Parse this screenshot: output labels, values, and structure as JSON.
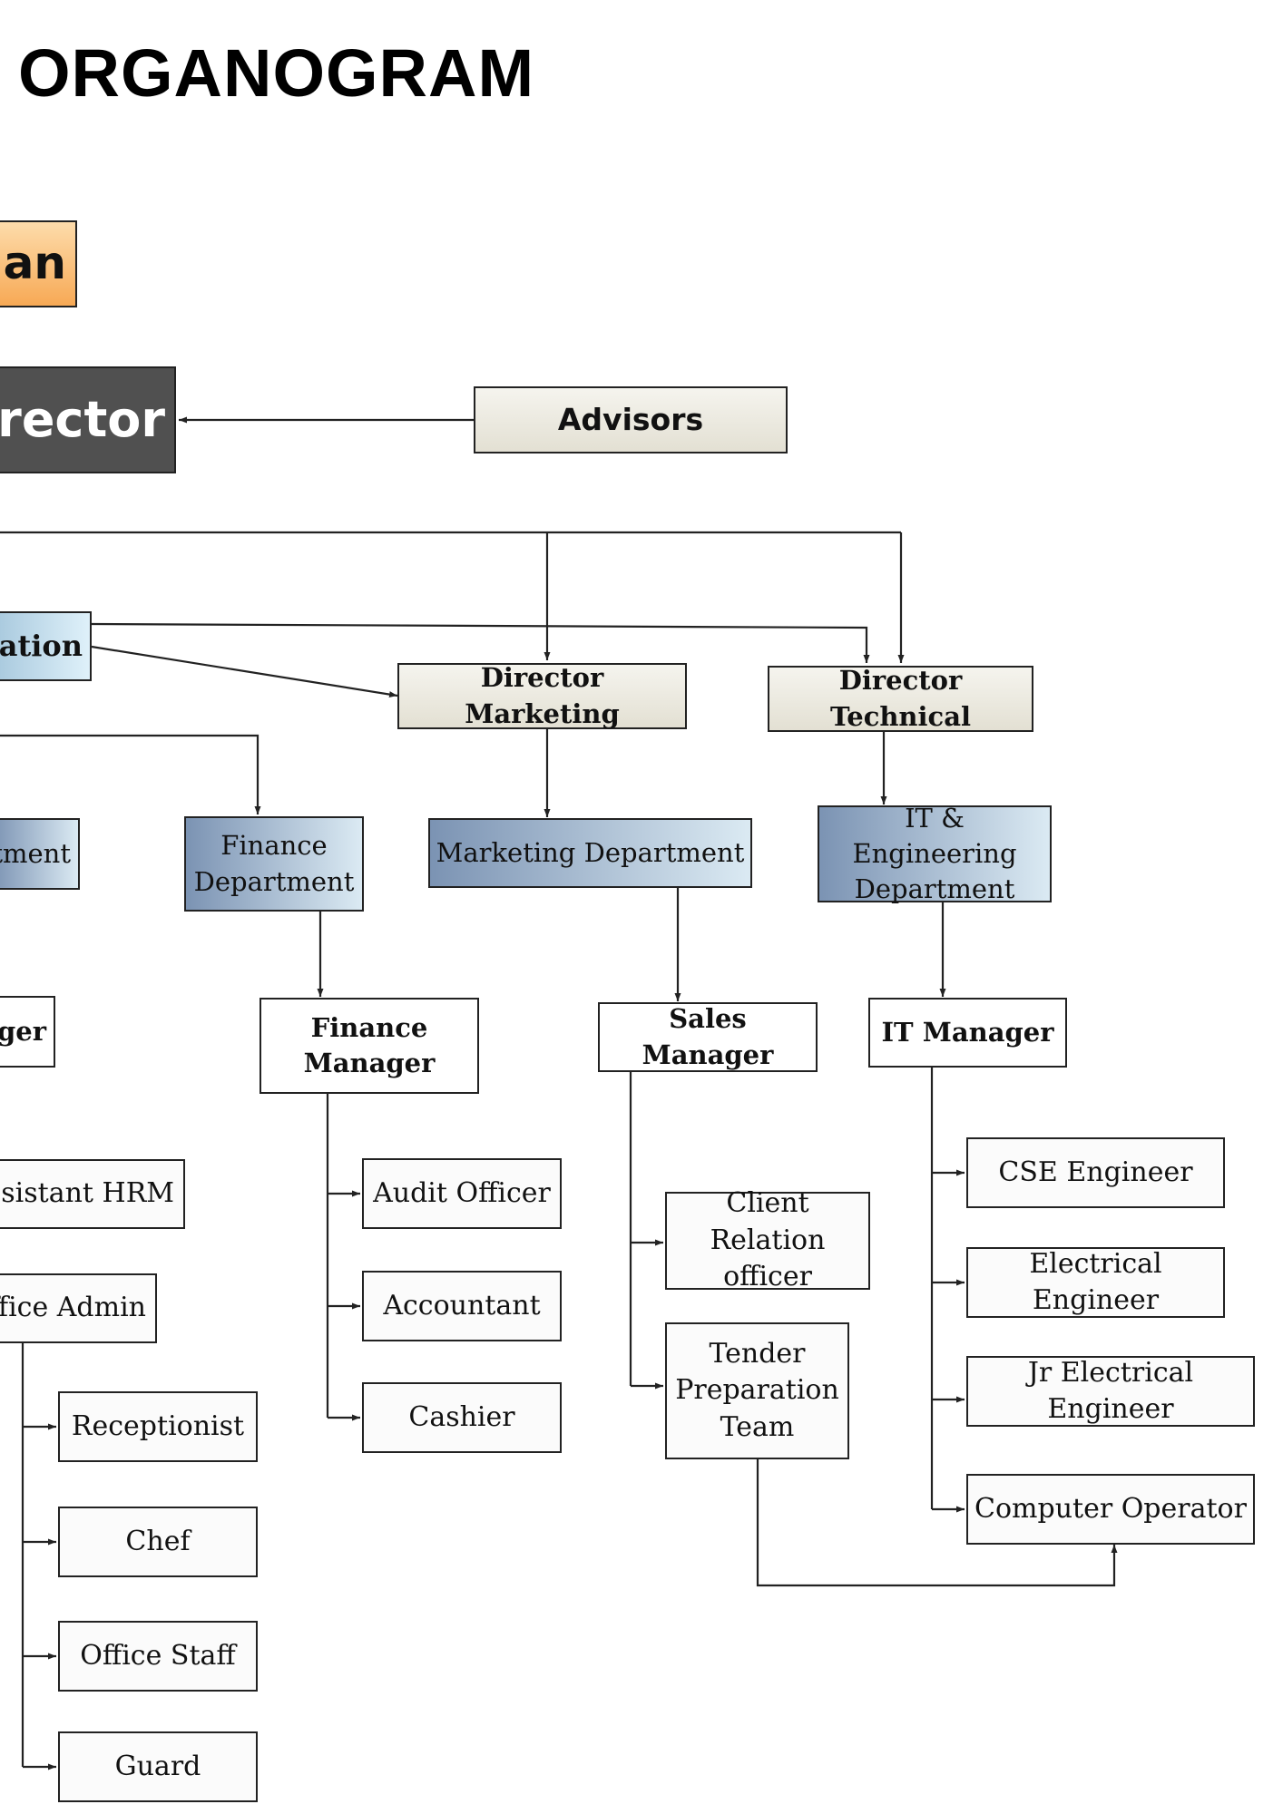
{
  "title": "ORGANOGRAM",
  "colors": {
    "chairman_fill": "#fbc58a",
    "director_fill": "#505050",
    "cream_fill": "#e8e6db",
    "department_fill_dark": "#7b93b3",
    "department_fill_light": "#dbeaf3",
    "line": "#222222"
  },
  "nodes": {
    "chairman": "an",
    "managing_director": "irector",
    "advisors": "Advisors",
    "administration": "ration",
    "director_marketing": "Director Marketing",
    "director_technical": "Director Technical",
    "admin_department": "tment",
    "finance_department": "Finance Department",
    "marketing_department": "Marketing Department",
    "it_engineering_department": "IT & Engineering Department",
    "admin_manager": "ger",
    "finance_manager": "Finance Manager",
    "sales_manager": "Sales Manager",
    "it_manager": "IT Manager",
    "assistant_hrm": "ssistant HRM",
    "office_admin": "ffice Admin",
    "receptionist": "Receptionist",
    "chef": "Chef",
    "office_staff": "Office Staff",
    "guard": "Guard",
    "audit_officer": "Audit Officer",
    "accountant": "Accountant",
    "cashier": "Cashier",
    "client_relation_officer": "Client Relation officer",
    "tender_preparation_team": "Tender Preparation Team",
    "cse_engineer": "CSE Engineer",
    "electrical_engineer": "Electrical Engineer",
    "jr_electrical_engineer": "Jr Electrical Engineer",
    "computer_operator": "Computer Operator"
  }
}
